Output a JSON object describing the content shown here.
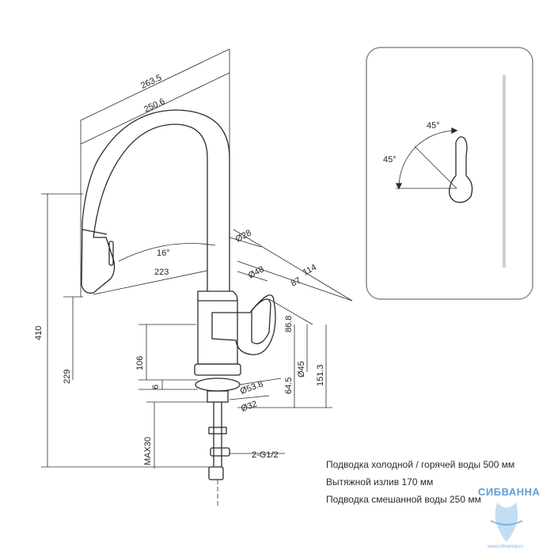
{
  "dimensions": {
    "reach_total": "263.5",
    "reach_spout": "250.6",
    "angle_spout": "16°",
    "spout_len": "223",
    "d_spout": "Ø28",
    "d_body": "Ø48",
    "lever_reach": "114",
    "body_reach": "87",
    "height_total": "410",
    "height_spout": "229",
    "height_body": "106",
    "base_thk": "6",
    "lever_h": "86.8",
    "d_lever": "Ø45",
    "h_lever": "64.5",
    "h_right": "151.3",
    "d_base": "Ø53.8",
    "d_shank": "Ø32",
    "max_deck": "MAX30",
    "thread": "2-G1/2",
    "angle_a": "45°",
    "angle_b": "45°"
  },
  "notes": [
    "Подводка холодной / горячей воды 500 мм",
    "Вытяжной излив 170 мм",
    "Подводка смешанной воды 250 мм"
  ],
  "watermark": {
    "brand": "СИБВАННА",
    "url": "www.sibvanna.ru"
  },
  "colors": {
    "line": "#2b2b2b",
    "panel_border": "#8c8c8c",
    "brand_blue": "#5d9fd6"
  }
}
